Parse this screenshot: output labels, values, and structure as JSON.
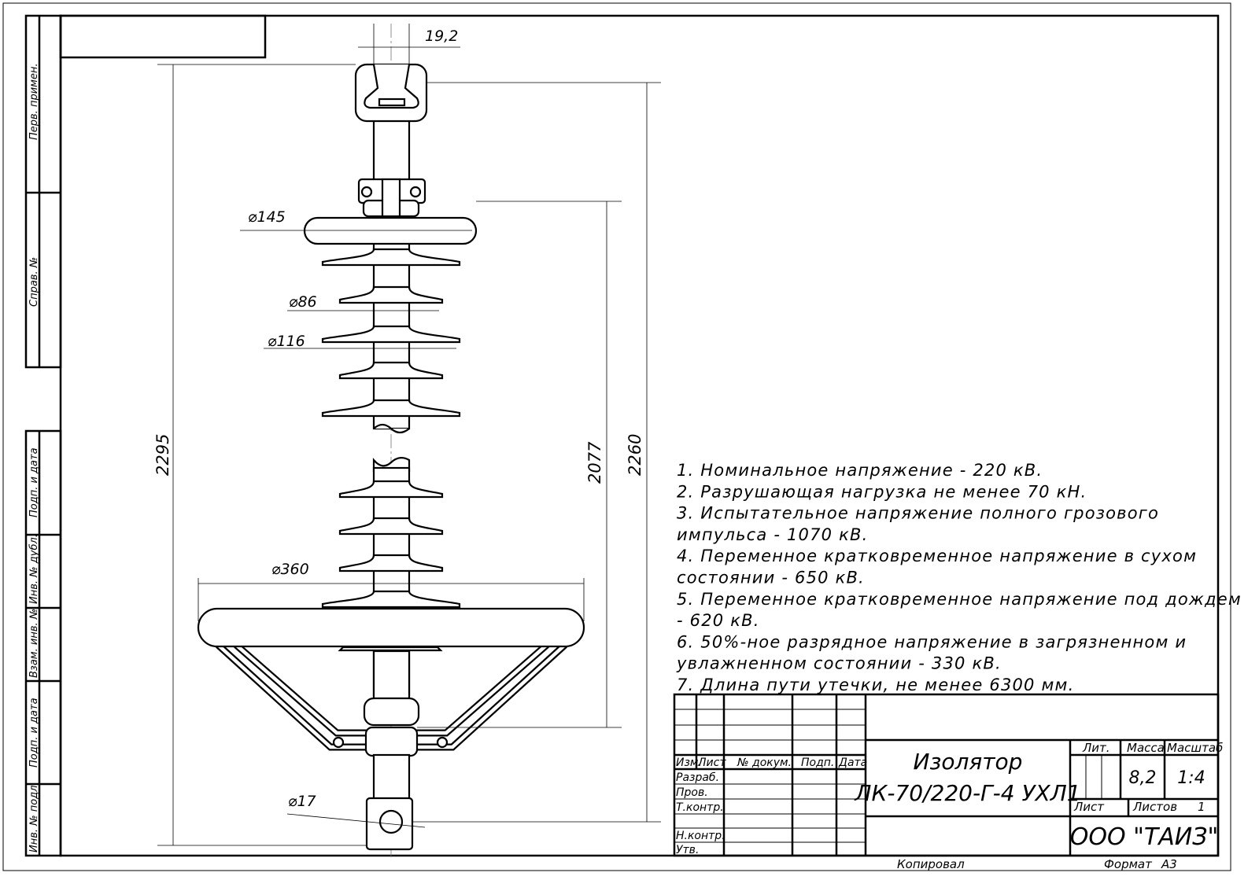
{
  "side_stamp": {
    "top": [
      "Перв. примен.",
      "Справ. №"
    ],
    "bottom": [
      "Подп. и дата",
      "Инв. № дубл.",
      "Взам. инв. №",
      "Подп. и дата",
      "Инв. № подл."
    ]
  },
  "dimensions": {
    "top_width": "19,2",
    "d145": "⌀145",
    "d86": "⌀86",
    "d116": "⌀116",
    "d360": "⌀360",
    "d17": "⌀17",
    "total_length": "2295",
    "length_2077": "2077",
    "length_2260": "2260"
  },
  "notes": [
    "1. Номинальное напряжение - 220 кВ.",
    "2. Разрушающая нагрузка не менее 70 кН.",
    "3. Испытательное напряжение полного грозового",
    "импульса - 1070 кВ.",
    "4. Переменное кратковременное напряжение  в сухом",
    "состоянии - 650 кВ.",
    "5. Переменное кратковременное напряжение под дождем",
    "- 620 кВ.",
    "6. 50%-ное разрядное напряжение в загрязненном и",
    "увлажненном состоянии - 330 кВ.",
    "7. Длина пути утечки, не менее 6300 мм."
  ],
  "title_block": {
    "headers": [
      "Изм.",
      "Лист",
      "№ докум.",
      "Подп.",
      "Дата"
    ],
    "roles": [
      "Разраб.",
      "Пров.",
      "Т.контр.",
      "Н.контр.",
      "Утв."
    ],
    "title_line1": "Изолятор",
    "title_line2": "ЛК-70/220-Г-4 УХЛ1",
    "lit_label": "Лит.",
    "mass_label": "Масса",
    "scale_label": "Масштаб",
    "mass": "8,2",
    "scale": "1:4",
    "sheet_label": "Лист",
    "sheets_label": "Листов",
    "sheets": "1",
    "company": "ООО \"ТАИЗ\"",
    "copied_label": "Копировал",
    "format_label": "Формат",
    "format": "А3"
  }
}
